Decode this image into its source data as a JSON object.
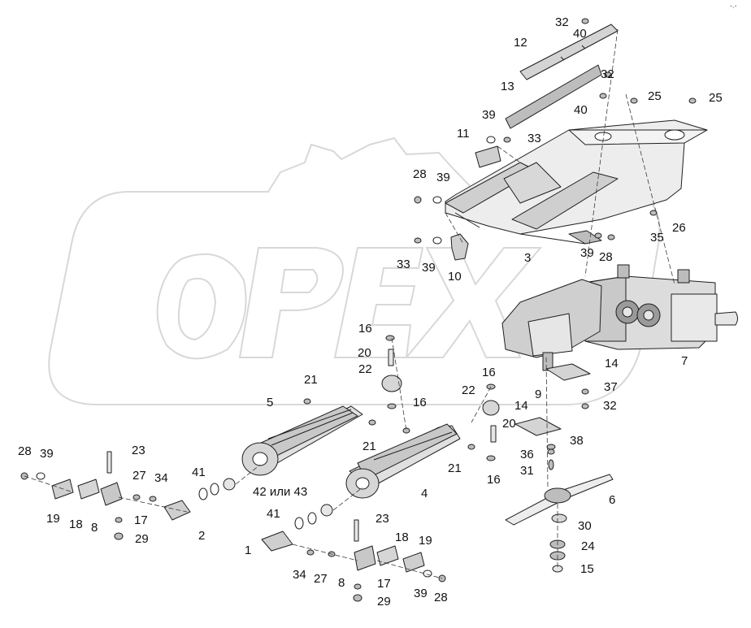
{
  "colors": {
    "ink": "#1f1f1f",
    "metal_light": "#e6e6e6",
    "metal_mid": "#bdbdbd",
    "metal_dark": "#6e6e6e",
    "watermark": "#d8d8d8"
  },
  "corner_mark": "-.-",
  "callouts": [
    {
      "id": "c32a",
      "text": "32"
    },
    {
      "id": "c40a",
      "text": "40"
    },
    {
      "id": "c12",
      "text": "12"
    },
    {
      "id": "c13",
      "text": "13"
    },
    {
      "id": "c32b",
      "text": "32"
    },
    {
      "id": "c40b",
      "text": "40"
    },
    {
      "id": "c25a",
      "text": "25"
    },
    {
      "id": "c25b",
      "text": "25"
    },
    {
      "id": "c39a",
      "text": "39"
    },
    {
      "id": "c11",
      "text": "11"
    },
    {
      "id": "c33a",
      "text": "33"
    },
    {
      "id": "c28a",
      "text": "28"
    },
    {
      "id": "c39b",
      "text": "39"
    },
    {
      "id": "c35",
      "text": "35"
    },
    {
      "id": "c26",
      "text": "26"
    },
    {
      "id": "c33b",
      "text": "33"
    },
    {
      "id": "c39c",
      "text": "39"
    },
    {
      "id": "c3",
      "text": "3"
    },
    {
      "id": "c39d",
      "text": "39"
    },
    {
      "id": "c28b",
      "text": "28"
    },
    {
      "id": "c10",
      "text": "10"
    },
    {
      "id": "c16a",
      "text": "16"
    },
    {
      "id": "c20a",
      "text": "20"
    },
    {
      "id": "c22a",
      "text": "22"
    },
    {
      "id": "c7",
      "text": "7"
    },
    {
      "id": "c14a",
      "text": "14"
    },
    {
      "id": "c16b",
      "text": "16"
    },
    {
      "id": "c21a",
      "text": "21"
    },
    {
      "id": "c22b",
      "text": "22"
    },
    {
      "id": "c9",
      "text": "9"
    },
    {
      "id": "c37",
      "text": "37"
    },
    {
      "id": "c5",
      "text": "5"
    },
    {
      "id": "c16c",
      "text": "16"
    },
    {
      "id": "c32c",
      "text": "32"
    },
    {
      "id": "c14b",
      "text": "14"
    },
    {
      "id": "c20b",
      "text": "20"
    },
    {
      "id": "c38",
      "text": "38"
    },
    {
      "id": "c21b",
      "text": "21"
    },
    {
      "id": "c36",
      "text": "36"
    },
    {
      "id": "c28c",
      "text": "28"
    },
    {
      "id": "c39e",
      "text": "39"
    },
    {
      "id": "c23a",
      "text": "23"
    },
    {
      "id": "c21c",
      "text": "21"
    },
    {
      "id": "c31",
      "text": "31"
    },
    {
      "id": "c27a",
      "text": "27"
    },
    {
      "id": "c34a",
      "text": "34"
    },
    {
      "id": "c41a",
      "text": "41"
    },
    {
      "id": "c16d",
      "text": "16"
    },
    {
      "id": "c42",
      "text": "42 или 43"
    },
    {
      "id": "c4",
      "text": "4"
    },
    {
      "id": "c6",
      "text": "6"
    },
    {
      "id": "c19a",
      "text": "19"
    },
    {
      "id": "c18a",
      "text": "18"
    },
    {
      "id": "c8a",
      "text": "8"
    },
    {
      "id": "c17a",
      "text": "17"
    },
    {
      "id": "c2",
      "text": "2"
    },
    {
      "id": "c29a",
      "text": "29"
    },
    {
      "id": "c41b",
      "text": "41"
    },
    {
      "id": "c23b",
      "text": "23"
    },
    {
      "id": "c30",
      "text": "30"
    },
    {
      "id": "c18b",
      "text": "18"
    },
    {
      "id": "c19b",
      "text": "19"
    },
    {
      "id": "c1",
      "text": "1"
    },
    {
      "id": "c24",
      "text": "24"
    },
    {
      "id": "c15",
      "text": "15"
    },
    {
      "id": "c34b",
      "text": "34"
    },
    {
      "id": "c27b",
      "text": "27"
    },
    {
      "id": "c8b",
      "text": "8"
    },
    {
      "id": "c17b",
      "text": "17"
    },
    {
      "id": "c39f",
      "text": "39"
    },
    {
      "id": "c28d",
      "text": "28"
    },
    {
      "id": "c29b",
      "text": "29"
    }
  ]
}
